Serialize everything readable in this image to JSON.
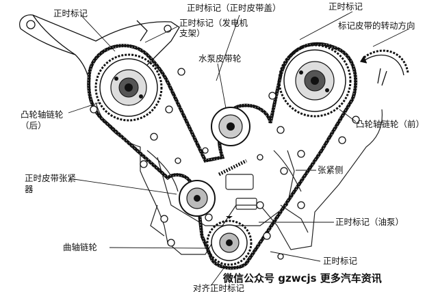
{
  "labels": {
    "timing_mark_top_left": "正时标记",
    "timing_mark_belt_cover": "正时标记（正时皮带盖）",
    "timing_mark_top_right": "正时标记",
    "timing_mark_alternator_1": "正时标记（发电机",
    "timing_mark_alternator_2": "支架）",
    "belt_rotation_direction": "标记皮带的转动方向",
    "water_pump_pulley": "水泵皮带轮",
    "cam_sprocket_rear_1": "凸轮轴链轮",
    "cam_sprocket_rear_2": "（后）",
    "cam_sprocket_front": "凸轮轴链轮（前）",
    "tension_side": "张紧侧",
    "tensioner_1": "正时皮带张紧",
    "tensioner_2": "器",
    "timing_mark_oil_pump": "正时标记（油泵）",
    "crank_sprocket": "曲轴链轮",
    "timing_mark_bottom": "正时标记",
    "align_timing_marks": "对齐正时标记"
  },
  "watermark": "微信公众号 gzwcjs 更多汽车资讯"
}
